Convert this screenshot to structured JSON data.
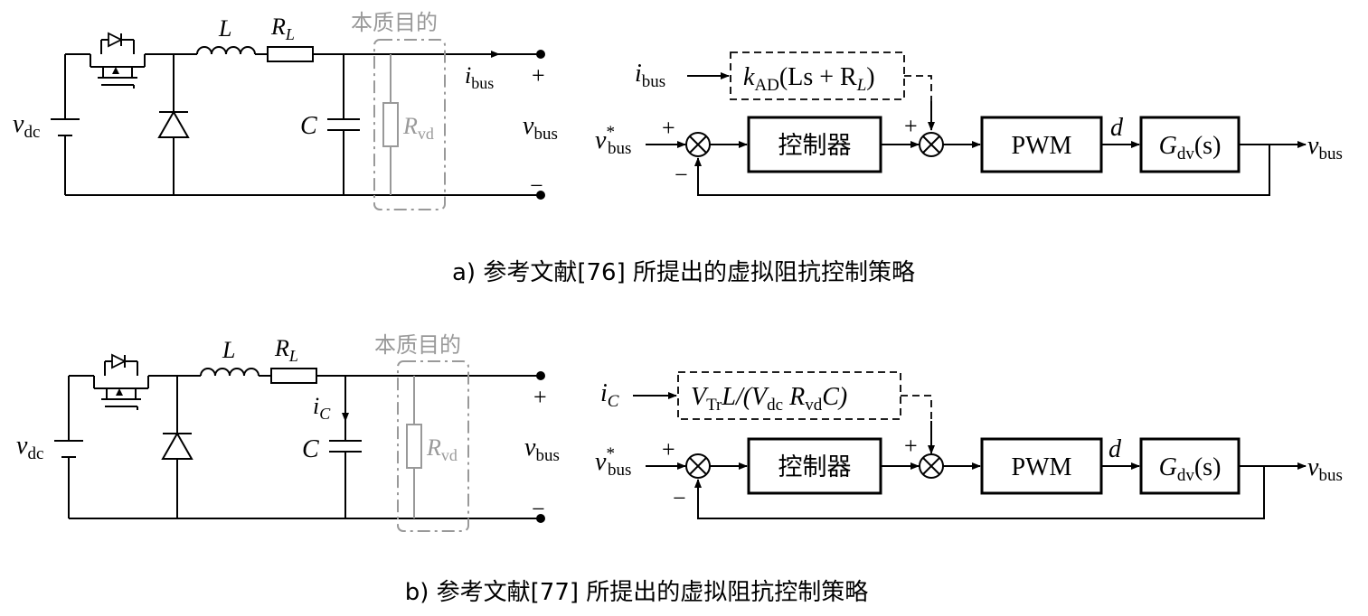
{
  "caption_a": "a) 参考文献[76] 所提出的虚拟阻抗控制策略",
  "caption_b": "b) 参考文献[77] 所提出的虚拟阻抗控制策略",
  "label_essence": "本质目的",
  "controller": "控制器",
  "pwm": "PWM",
  "symbols": {
    "v": "v",
    "dc": "dc",
    "bus": "bus",
    "L": "L",
    "R": "R",
    "C": "C",
    "i": "i",
    "vd": "vd",
    "plus": "+",
    "minus": "−",
    "d": "d",
    "G": "G",
    "dv": "dv",
    "s_paren": "(s)",
    "star": "*",
    "arrow_in": "—→"
  },
  "feedforward_a": {
    "k": "k",
    "k_sub": "AD",
    "expr_open": "(Ls + R",
    "expr_sub": "L",
    "expr_close": ")"
  },
  "feedforward_b": {
    "V": "V",
    "V_sub": "Tr",
    "mid": "L/(V",
    "mid_sub": "dc",
    "R": " R",
    "R_sub": "vd",
    "tail": "C)"
  },
  "input_b_sub": "C"
}
